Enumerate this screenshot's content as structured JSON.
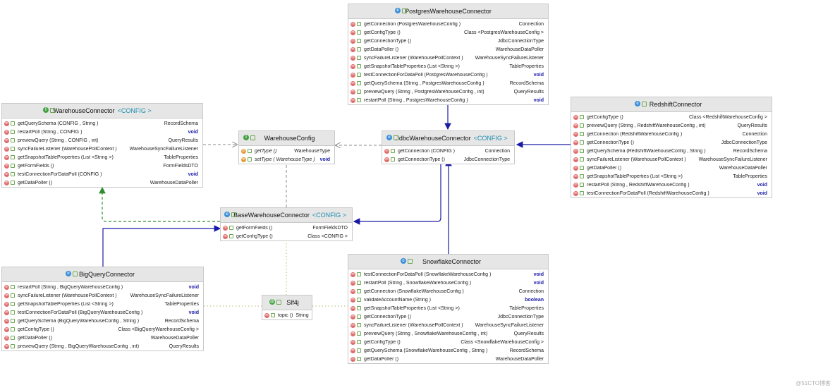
{
  "classes": {
    "postgres": {
      "name": "PostgresWarehouseConnector",
      "type_param": "",
      "methods": [
        {
          "sig": "getConnection  (PostgresWarehouseConfig    )",
          "ret": "Connection"
        },
        {
          "sig": "getConfigType  ()",
          "ret": "Class <PostgresWarehouseConfig    >"
        },
        {
          "sig": "getConnectionType   ()",
          "ret": "JdbcConnectionType"
        },
        {
          "sig": "getDataPoller   ()",
          "ret": "WarehouseDataPoller"
        },
        {
          "sig": "syncFailureListener    (WarehousePollContext   )",
          "ret": "WarehouseSyncFailureListener"
        },
        {
          "sig": "getSnapshotTableProperties     (List <String >)",
          "ret": "TableProperties"
        },
        {
          "sig": "testConnectionForDataPoll    (PostgresWarehouseConfig    )",
          "ret": "void"
        },
        {
          "sig": "getQuerySchema    (String , PostgresWarehouseConfig    )",
          "ret": "RecordSchema"
        },
        {
          "sig": "previewQuery   (String , PostgresWarehouseConfig    , int)",
          "ret": "QueryResults"
        },
        {
          "sig": "restartPoll   (String , PostgresWarehouseConfig    )",
          "ret": "void"
        }
      ]
    },
    "warehouse_connector": {
      "name": "WarehouseConnector",
      "type_param": "<CONFIG >",
      "methods": [
        {
          "sig": "getQuerySchema    (CONFIG , String )",
          "ret": "RecordSchema"
        },
        {
          "sig": "restartPoll   (String , CONFIG )",
          "ret": "void"
        },
        {
          "sig": "previewQuery   (String , CONFIG , int)",
          "ret": "QueryResults"
        },
        {
          "sig": "syncFailureListener    (WarehousePollContext   )",
          "ret": "WarehouseSyncFailureListener"
        },
        {
          "sig": "getSnapshotTableProperties     (List <String >)",
          "ret": "TableProperties"
        },
        {
          "sig": "getFormFields   ()",
          "ret": "FormFieldsDTO"
        },
        {
          "sig": "testConnectionForDataPoll     (CONFIG )",
          "ret": "void"
        },
        {
          "sig": "getDataPoller   ()",
          "ret": "WarehouseDataPoller"
        }
      ]
    },
    "warehouse_config": {
      "name": "WarehouseConfig",
      "type_param": "",
      "methods": [
        {
          "sig": "getType  ()",
          "ret": "WarehouseType"
        },
        {
          "sig": "setType  ( WarehouseType   )",
          "ret": "void"
        }
      ]
    },
    "jdbc": {
      "name": "JdbcWarehouseConnector",
      "type_param": "<CONFIG >",
      "methods": [
        {
          "sig": "getConnection  (CONFIG )",
          "ret": "Connection"
        },
        {
          "sig": "getConnectionType   ()",
          "ret": "JdbcConnectionType"
        }
      ]
    },
    "redshift": {
      "name": "RedshiftConnector",
      "type_param": "",
      "methods": [
        {
          "sig": "getConfigType  ()",
          "ret": "Class <RedshiftWarehouseConfig    >"
        },
        {
          "sig": "previewQuery   (String , RedshiftWarehouseConfig    , int)",
          "ret": "QueryResults"
        },
        {
          "sig": "getConnection  (RedshiftWarehouseConfig    )",
          "ret": "Connection"
        },
        {
          "sig": "getConnectionType   ()",
          "ret": "JdbcConnectionType"
        },
        {
          "sig": "getQuerySchema    (RedshiftWarehouseConfig    , String )",
          "ret": "RecordSchema"
        },
        {
          "sig": "syncFailureListener    (WarehousePollContext   )",
          "ret": "WarehouseSyncFailureListener"
        },
        {
          "sig": "getDataPoller   ()",
          "ret": "WarehouseDataPoller"
        },
        {
          "sig": "getSnapshotTableProperties     (List <String >)",
          "ret": "TableProperties"
        },
        {
          "sig": "restartPoll   (String , RedshiftWarehouseConfig    )",
          "ret": "void"
        },
        {
          "sig": "testConnectionForDataPoll     (RedshiftWarehouseConfig    )",
          "ret": "void"
        }
      ]
    },
    "base": {
      "name": "BaseWarehouseConnector",
      "type_param": "<CONFIG >",
      "methods": [
        {
          "sig": "getFormFields   ()",
          "ret": "FormFieldsDTO"
        },
        {
          "sig": "getConfigType  ()",
          "ret": "Class <CONFIG >"
        }
      ]
    },
    "bigquery": {
      "name": "BigQueryConnector",
      "type_param": "",
      "methods": [
        {
          "sig": "restartPoll   (String , BigQueryWarehouseConfig    )",
          "ret": "void"
        },
        {
          "sig": "syncFailureListener    (WarehousePollContext   )",
          "ret": "WarehouseSyncFailureListener"
        },
        {
          "sig": "getSnapshotTableProperties     (List <String >)",
          "ret": "TableProperties"
        },
        {
          "sig": "testConnectionForDataPoll     (BigQueryWarehouseConfig    )",
          "ret": "void"
        },
        {
          "sig": "getQuerySchema    (BigQueryWarehouseConfig    , String )",
          "ret": "RecordSchema"
        },
        {
          "sig": "getConfigType  ()",
          "ret": "Class <BigQueryWarehouseConfig    >"
        },
        {
          "sig": "getDataPoller   ()",
          "ret": "WarehouseDataPoller"
        },
        {
          "sig": "previewQuery   (String , BigQueryWarehouseConfig    , int)",
          "ret": "QueryResults"
        }
      ]
    },
    "slf4j": {
      "name": "Slf4j",
      "type_param": "",
      "methods": [
        {
          "sig": "topic ()",
          "ret": "String"
        }
      ]
    },
    "snowflake": {
      "name": "SnowflakeConnector",
      "type_param": "",
      "methods": [
        {
          "sig": "testConnectionForDataPoll     (SnowflakeWarehouseConfig    )",
          "ret": "void"
        },
        {
          "sig": "restartPoll   (String , SnowflakeWarehouseConfig    )",
          "ret": "void"
        },
        {
          "sig": "getConnection  (SnowflakeWarehouseConfig    )",
          "ret": "Connection"
        },
        {
          "sig": "validateAccountName    (String )",
          "ret": "boolean"
        },
        {
          "sig": "getSnapshotTableProperties     (List <String >)",
          "ret": "TableProperties"
        },
        {
          "sig": "getConnectionType   ()",
          "ret": "JdbcConnectionType"
        },
        {
          "sig": "syncFailureListener    (WarehousePollContext   )",
          "ret": "WarehouseSyncFailureListener"
        },
        {
          "sig": "previewQuery   (String , SnowflakeWarehouseConfig    , int)",
          "ret": "QueryResults"
        },
        {
          "sig": "getConfigType  ()",
          "ret": "Class <SnowflakeWarehouseConfig    >"
        },
        {
          "sig": "getQuerySchema    (SnowflakeWarehouseConfig    , String )",
          "ret": "RecordSchema"
        },
        {
          "sig": "getDataPoller   ()",
          "ret": "WarehouseDataPoller"
        }
      ]
    }
  },
  "watermark": "@51CTO博客",
  "colors": {
    "header_bg": "#e6e6e6",
    "type_param": "#1f8fb0",
    "keyword": "#1a1aa6",
    "extends_arrow": "#1a1aa6",
    "implements_arrow": "#2e8b2e",
    "dependency": "#8a8a8a",
    "slf4j_link": "#b5b56a"
  }
}
